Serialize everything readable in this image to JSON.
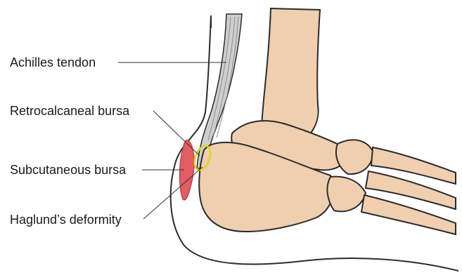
{
  "labels": {
    "achilles_tendon": "Achilles tendon",
    "retrocalcaneal_bursa": "Retrocalcaneal bursa",
    "subcutaneous_bursa": "Subcutaneous bursa",
    "haglunds_deformity": "Haglund’s deformity"
  },
  "colors": {
    "bone_fill": "#efcfb0",
    "bone_outline": "#2b2b2b",
    "tendon_fill": "#cfcfcf",
    "subcutaneous_bursa": "#e35d63",
    "retrocalcaneal_bursa_ring": "#d8d81a",
    "skin_outline": "#2b2b2b",
    "leader_lines": "#333333"
  }
}
